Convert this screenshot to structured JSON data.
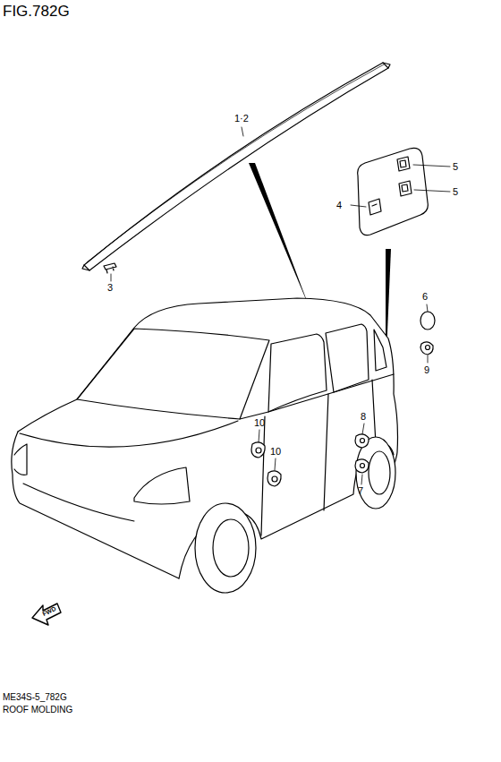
{
  "diagram": {
    "title": "FIG.782G",
    "caption": "ROOF MOLDING",
    "labels": [
      "1·2",
      "3",
      "4",
      "5",
      "5",
      "6",
      "9",
      "10",
      "10",
      "8",
      "7",
      "FWD",
      "ME34S-5_782G"
    ]
  }
}
